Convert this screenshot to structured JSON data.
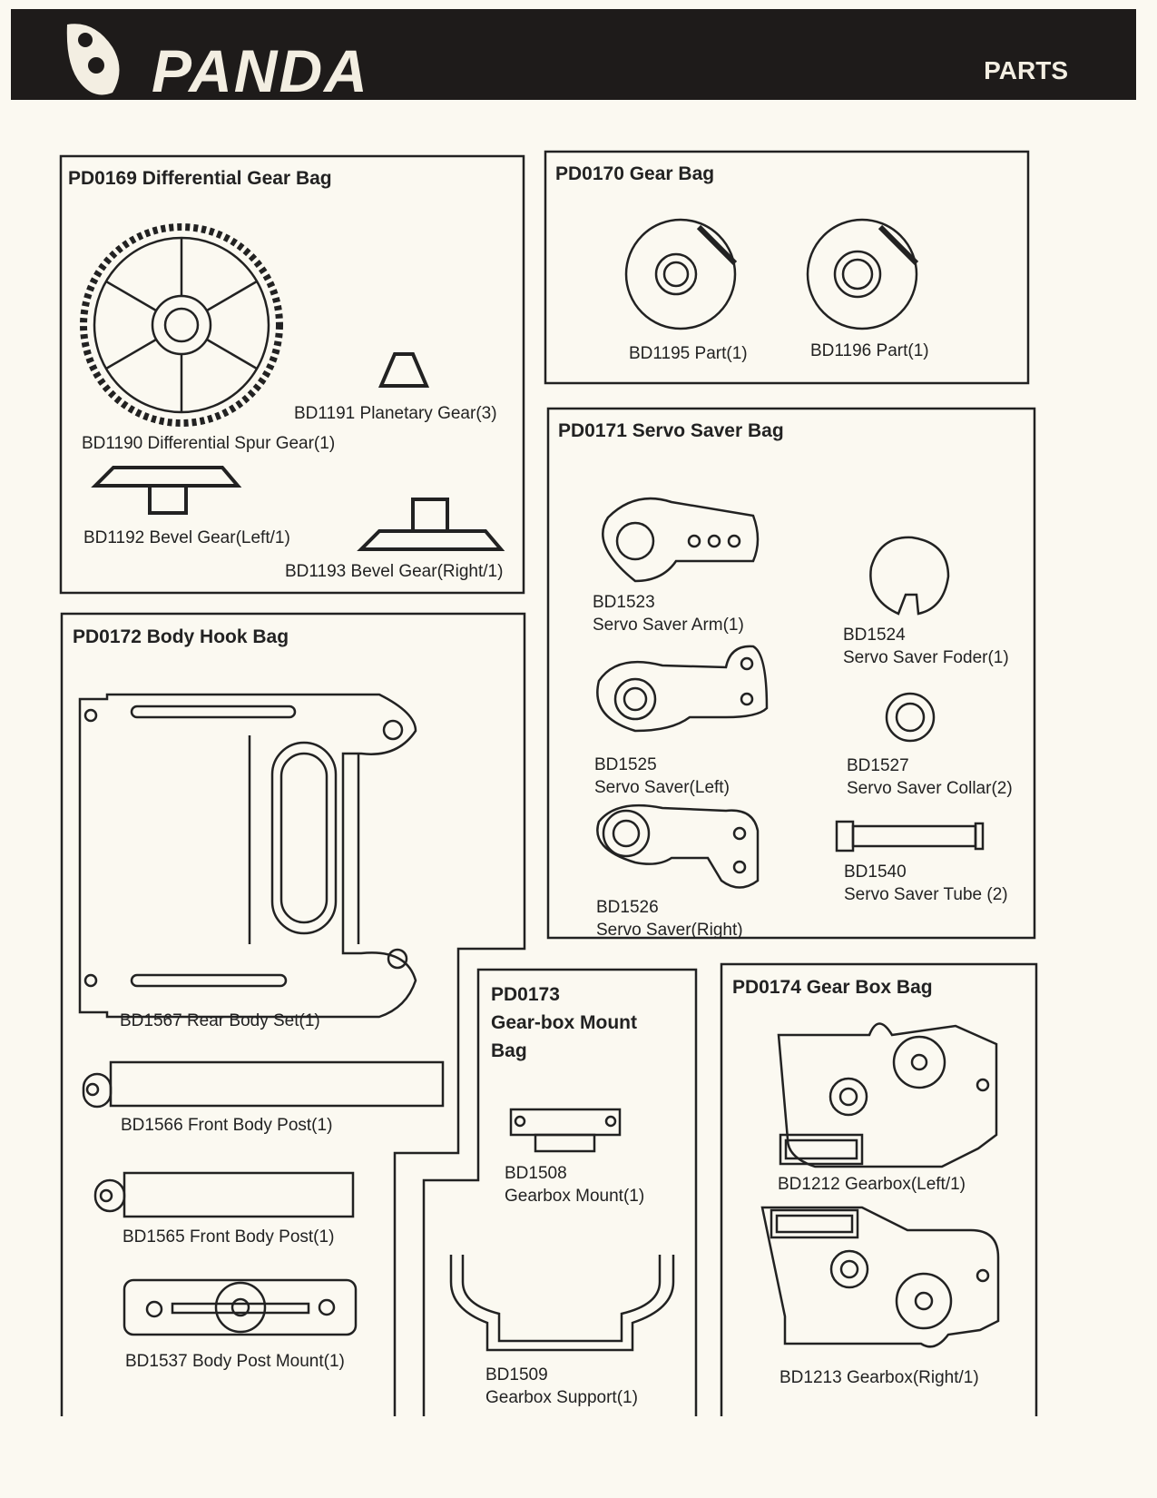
{
  "header": {
    "brand": "PANDA",
    "section": "PARTS"
  },
  "bags": {
    "pd0169": {
      "title": "PD0169 Differential Gear Bag",
      "parts": [
        "BD1190  Differential Spur Gear(1)",
        "BD1191  Planetary Gear(3)",
        "BD1192  Bevel Gear(Left/1)",
        "BD1193  Bevel Gear(Right/1)"
      ]
    },
    "pd0170": {
      "title": "PD0170 Gear Bag",
      "parts": [
        "BD1195 Part(1)",
        "BD1196 Part(1)"
      ]
    },
    "pd0171": {
      "title": "PD0171 Servo Saver Bag",
      "parts": [
        {
          "code": "BD1523",
          "name": "Servo Saver Arm(1)"
        },
        {
          "code": "BD1524",
          "name": "Servo Saver Foder(1)"
        },
        {
          "code": "BD1525",
          "name": "Servo Saver(Left)"
        },
        {
          "code": "BD1527",
          "name": "Servo Saver Collar(2)"
        },
        {
          "code": "BD1526",
          "name": "Servo Saver(Right)"
        },
        {
          "code": "BD1540",
          "name": "Servo Saver Tube (2)"
        }
      ]
    },
    "pd0172": {
      "title": "PD0172 Body Hook Bag",
      "parts": [
        "BD1567 Rear Body Set(1)",
        "BD1566 Front Body Post(1)",
        "BD1565 Front Body Post(1)",
        "BD1537 Body Post Mount(1)"
      ]
    },
    "pd0173": {
      "title_lines": [
        "PD0173",
        "Gear-box Mount",
        "Bag"
      ],
      "parts": [
        {
          "code": "BD1508",
          "name": "Gearbox Mount(1)"
        },
        {
          "code": "BD1509",
          "name": "Gearbox Support(1)"
        }
      ]
    },
    "pd0174": {
      "title": "PD0174 Gear Box Bag",
      "parts": [
        "BD1212 Gearbox(Left/1)",
        "BD1213 Gearbox(Right/1)"
      ]
    }
  }
}
